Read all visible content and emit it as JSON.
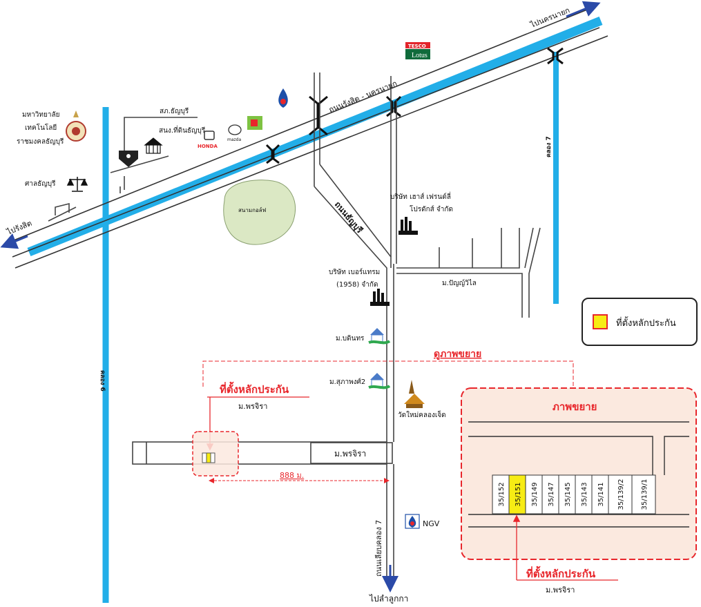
{
  "directions": {
    "to_nakhon_nayok": "ไปนครนายก",
    "to_rangsit": "ไปรังสิต",
    "to_lam_luk_ka": "ไปลำลูกกา"
  },
  "roads": {
    "rangsit_nakhon_nayok": "ถนนรังสิต - นครนายก",
    "thanyaburi": "ถนนธัญบุรี",
    "khlong7_road": "ถนนเลียบคลอง 7",
    "canal_6": "คลอง 6",
    "canal_7": "คลอง 7"
  },
  "places": {
    "tesco": "TESCO",
    "lotus": "Lotus",
    "university_line1": "มหาวิทยาลัย",
    "university_line2": "เทคโนโลยี",
    "university_line3": "ราชมงคลธัญบุรี",
    "police": "สภ.ธัญบุรี",
    "land_office": "สนง.ที่ดินธัญบุรี",
    "honda": "HONDA",
    "mazda": "mazda",
    "court": "ศาลธัญบุรี",
    "golf": "สนามกอล์ฟ",
    "company1_line1": "บริษัท เฮาส์ เฟรนด์ลี่",
    "company1_line2": "โปรดักส์ จำกัด",
    "company2_line1": "บริษัท เบอร์แทรม",
    "company2_line2": "(1958) จำกัด",
    "village_panya": "ม.ปัญญ์วิไล",
    "village_binthon": "ม.บดินทร",
    "village_suphaphong": "ม.สุภาพงศ์2",
    "temple": "วัดใหม่คลองเจ็ด",
    "village_phonjira": "ม.พรจิรา",
    "village_phonjira_box": "ม.พรจิรา",
    "ngv": "NGV"
  },
  "annotations": {
    "see_enlarged": "ดูภาพขยาย",
    "collateral_location": "ที่ตั้งหลักประกัน",
    "collateral_village": "ม.พรจิรา",
    "distance": "888 ม."
  },
  "enlarged": {
    "title": "ภาพขยาย",
    "lots": [
      "35/152",
      "35/151",
      "35/149",
      "35/147",
      "35/145",
      "35/143",
      "35/141",
      "35/139/2",
      "35/139/1"
    ],
    "highlight_index": 1,
    "collateral_location": "ที่ตั้งหลักประกัน",
    "collateral_village": "ม.พรจิรา"
  },
  "legend": {
    "label": "ที่ตั้งหลักประกัน"
  },
  "colors": {
    "canal": "#22aee8",
    "highlight": "#f7ec14",
    "accent_red": "#e8262b",
    "enlarged_bg": "#fbe9df",
    "golf_green": "#dbe8c4"
  }
}
